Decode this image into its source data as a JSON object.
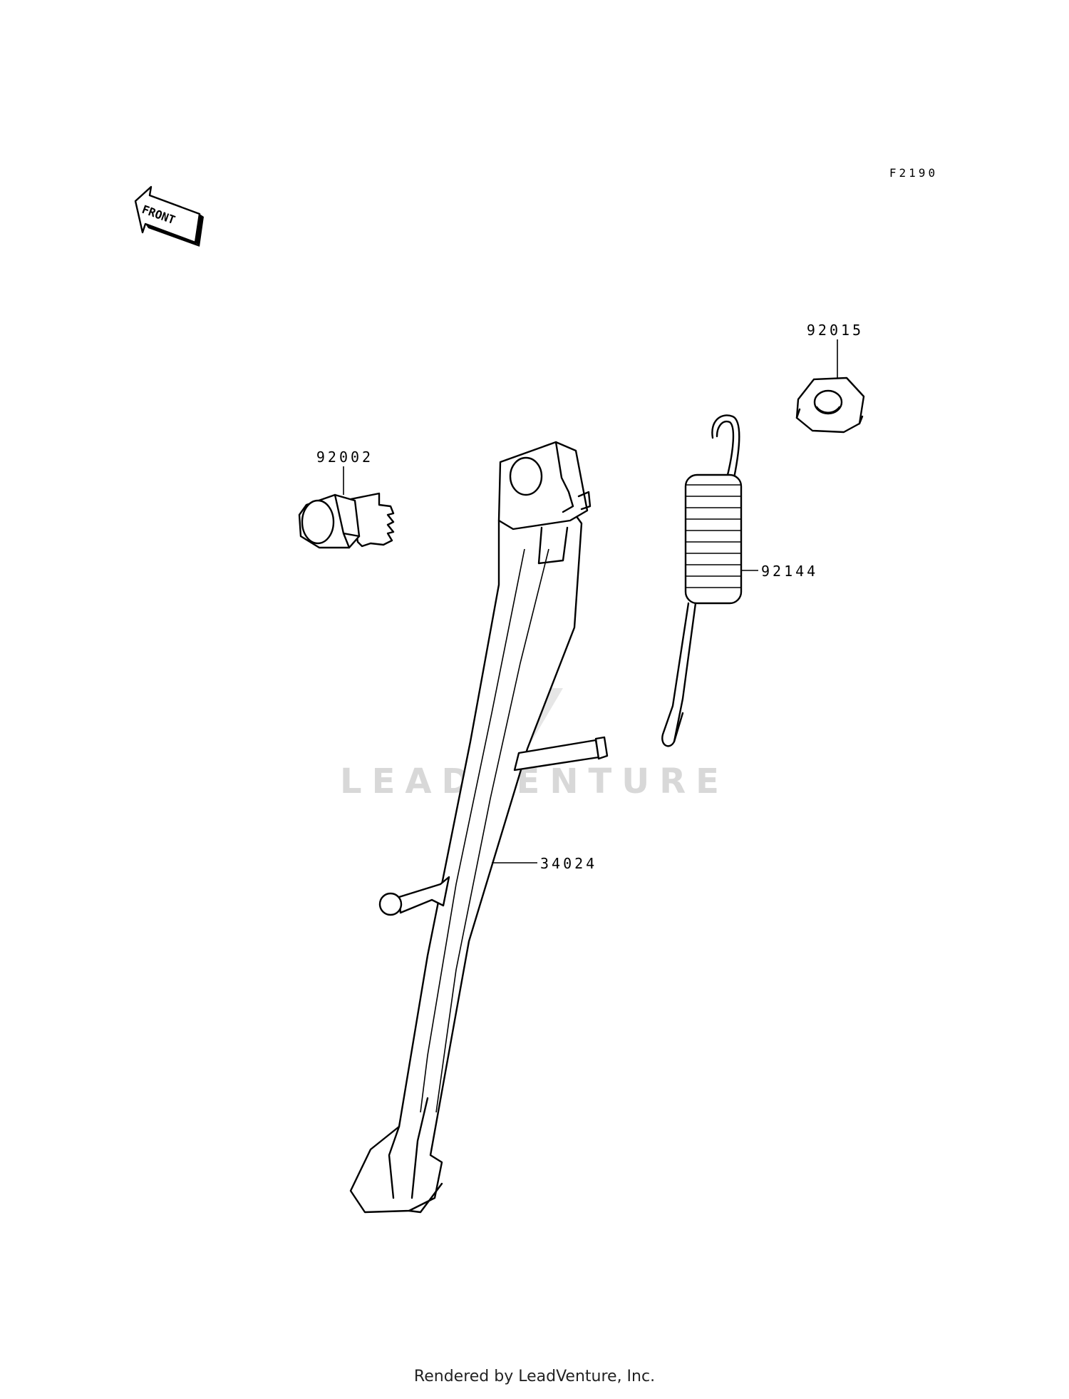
{
  "figure_code": "F2190",
  "front_label": "FRONT",
  "watermark": "LEADVENTURE",
  "footer": "Rendered by LeadVenture, Inc.",
  "parts": [
    {
      "number": "92015",
      "description": "nut"
    },
    {
      "number": "92002",
      "description": "bolt"
    },
    {
      "number": "92144",
      "description": "spring"
    },
    {
      "number": "34024",
      "description": "stand"
    }
  ]
}
